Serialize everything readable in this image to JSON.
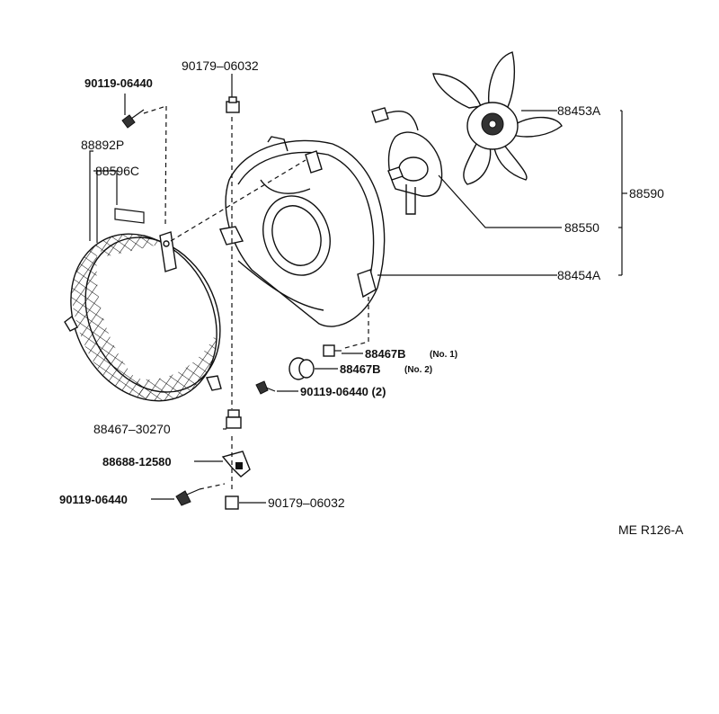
{
  "diagram": {
    "labels": {
      "p90179_top": "90179–06032",
      "p90119_top": "90119-06440",
      "p88892P": "88892P",
      "p88596C": "88596C",
      "p88453A": "88453A",
      "p88590": "88590",
      "p88550": "88550",
      "p88454A": "88454A",
      "p88467B_1": "88467B",
      "p88467B_1_note": "(No. 1)",
      "p88467B_2": "88467B",
      "p88467B_2_note": "(No. 2)",
      "p90119_mid": "90119-06440 (2)",
      "p88467_30270": "88467–30270",
      "p88688": "88688-12580",
      "p90119_bot": "90119-06440",
      "p90179_bot": "90179–06032"
    },
    "reference_code": "ME R126-A"
  }
}
